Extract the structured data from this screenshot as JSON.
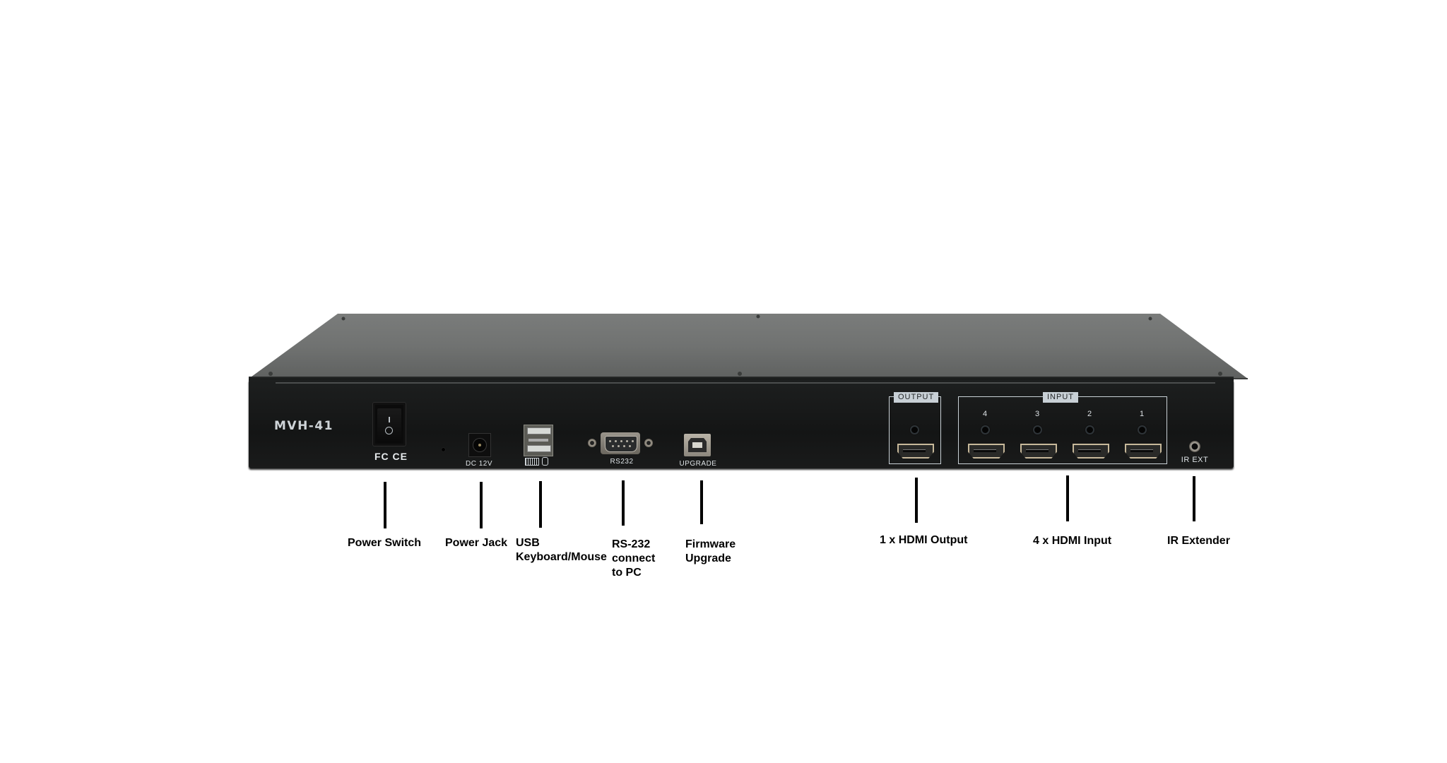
{
  "device": {
    "model": "MVH-41",
    "certifications": "FC CE",
    "colors": {
      "top_panel": "#6f7170",
      "front_panel": "#161717",
      "label_text": "#dde2e5",
      "group_tag_bg": "#c8d0d6",
      "hdmi_trim": "#c7b89a"
    },
    "ports": {
      "power_switch": {
        "on_symbol": "I",
        "off_symbol": "O"
      },
      "dc_jack": {
        "label": "DC 12V"
      },
      "usb": {
        "icons": [
          "keyboard-icon",
          "mouse-icon"
        ]
      },
      "rs232": {
        "label": "RS232"
      },
      "upgrade": {
        "label": "UPGRADE"
      },
      "output_group": {
        "label": "OUTPUT"
      },
      "input_group": {
        "label": "INPUT",
        "numbers": [
          "4",
          "3",
          "2",
          "1"
        ]
      },
      "ir_ext": {
        "label": "IR EXT"
      }
    }
  },
  "callouts": [
    {
      "id": "power-switch",
      "lines": [
        "Power Switch"
      ]
    },
    {
      "id": "power-jack",
      "lines": [
        "Power Jack"
      ]
    },
    {
      "id": "usb",
      "lines": [
        "USB",
        "Keyboard/Mouse"
      ]
    },
    {
      "id": "rs232",
      "lines": [
        "RS-232",
        "connect",
        "to PC"
      ]
    },
    {
      "id": "firmware",
      "lines": [
        "Firmware",
        "Upgrade"
      ]
    },
    {
      "id": "hdmi-output",
      "lines": [
        "1 x HDMI Output"
      ]
    },
    {
      "id": "hdmi-input",
      "lines": [
        "4 x HDMI Input"
      ]
    },
    {
      "id": "ir-extender",
      "lines": [
        "IR Extender"
      ]
    }
  ]
}
